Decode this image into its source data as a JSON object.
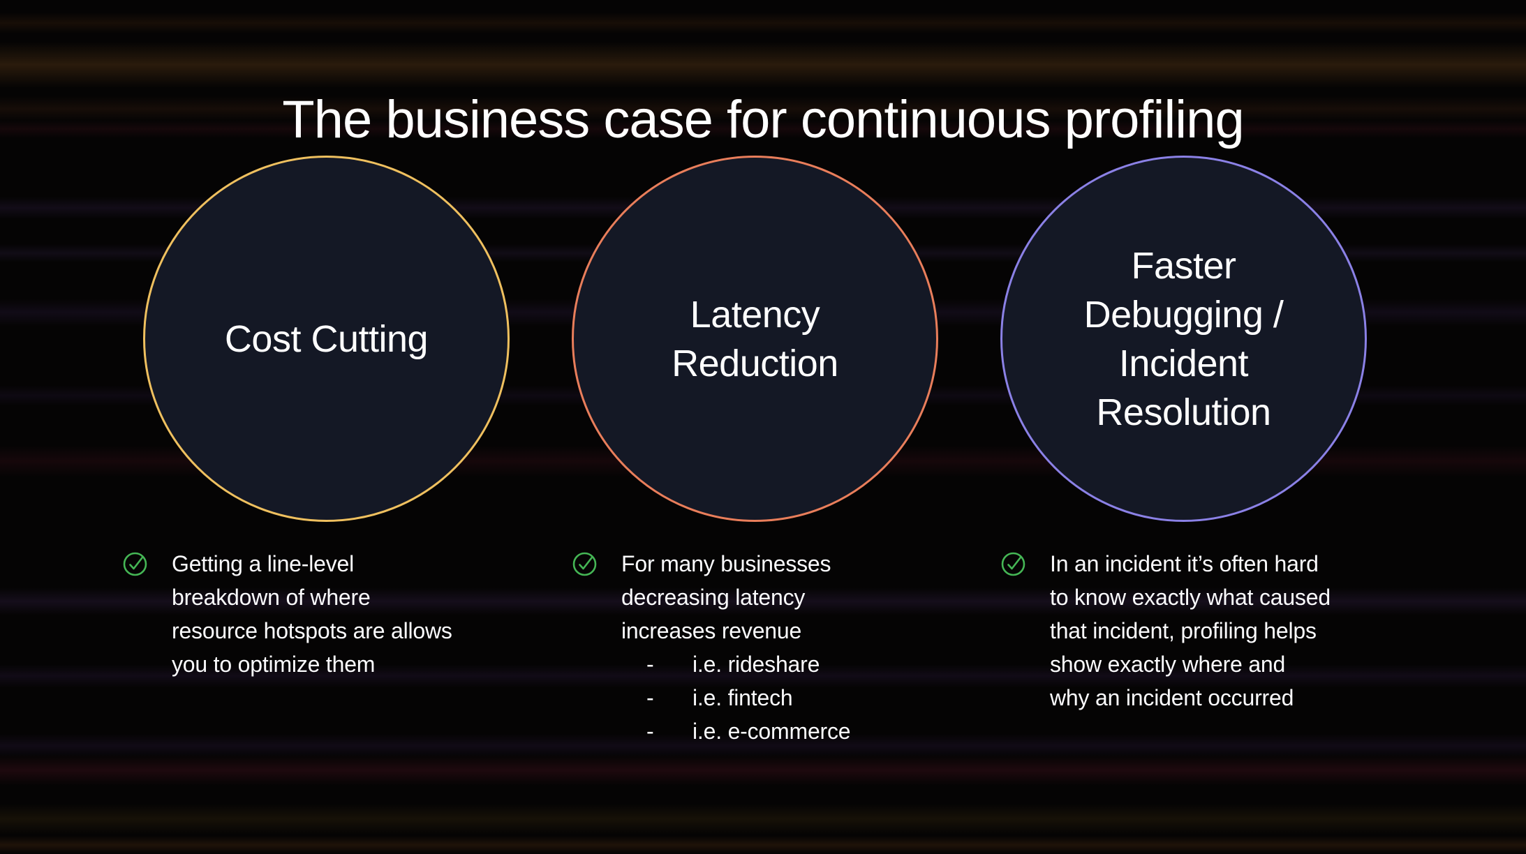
{
  "slide": {
    "title": "The business case for continuous profiling"
  },
  "theme": {
    "background_color": "#050404",
    "circle_fill_color": "#141825",
    "text_color": "#ffffff",
    "check_color": "#45b655",
    "gold_accent": "#efc05f",
    "salmon_accent": "#e97e5b",
    "purple_accent": "#8b81e6"
  },
  "sub_marker": "-",
  "columns": [
    {
      "id": "cost-cutting",
      "circle_label": "Cost Cutting",
      "accent": "#efc05f",
      "bullet": "Getting a line-level breakdown of where resource hotspots are allows you to optimize them",
      "sub_items": []
    },
    {
      "id": "latency-reduction",
      "circle_label": "Latency Reduction",
      "accent": "#e97e5b",
      "bullet": "For many businesses decreasing latency increases revenue",
      "sub_items": [
        "i.e. rideshare",
        "i.e. fintech",
        "i.e. e-commerce"
      ]
    },
    {
      "id": "faster-debugging",
      "circle_label": "Faster Debugging / Incident Resolution",
      "accent": "#8b81e6",
      "bullet": "In an incident it’s often hard to know exactly what caused that incident, profiling helps show exactly where and why an incident occurred",
      "sub_items": []
    }
  ]
}
